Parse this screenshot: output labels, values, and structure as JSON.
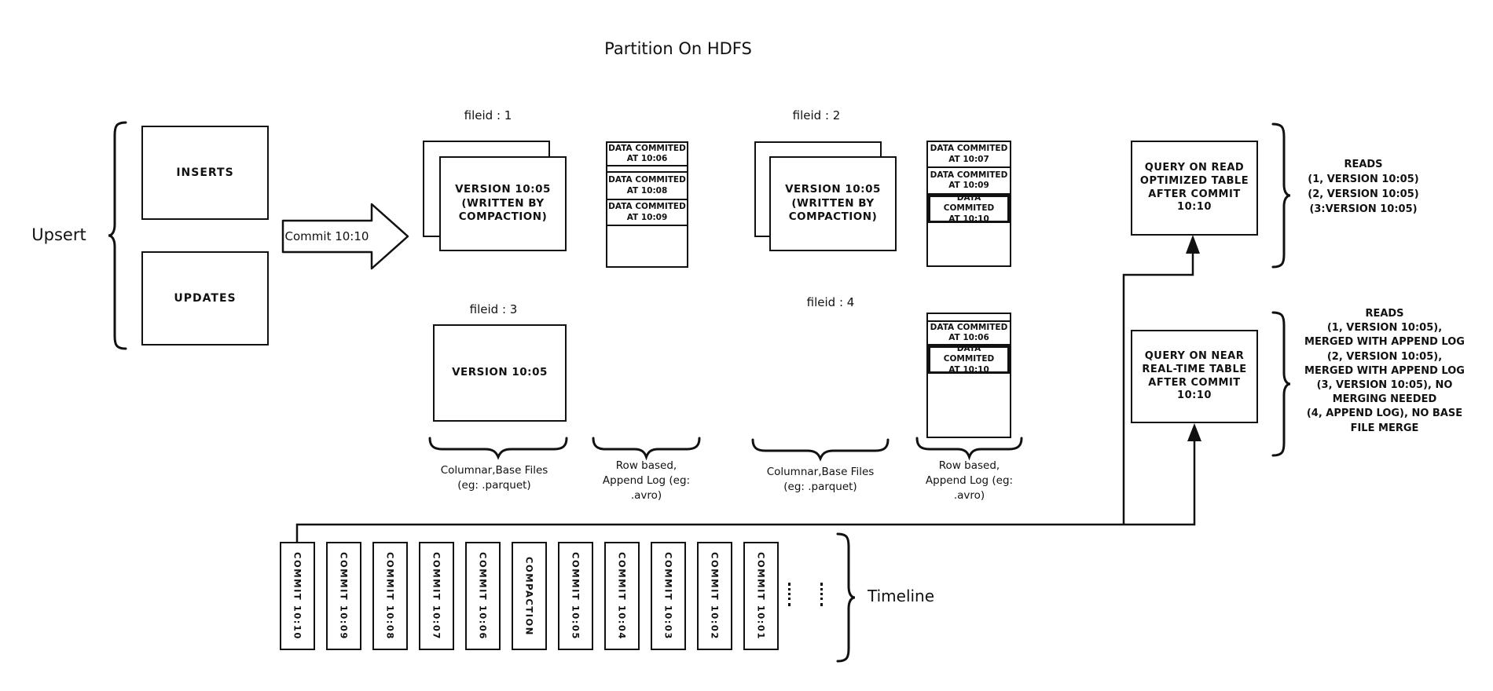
{
  "title": "Partition On HDFS",
  "upsert": {
    "label": "Upsert",
    "inserts_label": "INSERTS",
    "updates_label": "UPDATES"
  },
  "commit_arrow_label": "Commit 10:10",
  "file_groups": {
    "file1": {
      "label": "fileid : 1",
      "base_file_text": "VERSION 10:05\n(WRITTEN BY\nCOMPACTION)",
      "log_entries": [
        "DATA COMMITED\nAT 10:06",
        "DATA COMMITED\nAT 10:08",
        "DATA COMMITED\nAT 10:09"
      ]
    },
    "file2": {
      "label": "fileid : 2",
      "base_file_text": "VERSION 10:05\n(WRITTEN BY\nCOMPACTION)",
      "log_entries": [
        "DATA COMMITED\nAT 10:07",
        "DATA COMMITED\nAT 10:09",
        "DATA COMMITED\nAT 10:10"
      ]
    },
    "file3": {
      "label": "fileid : 3",
      "base_file_text": "VERSION 10:05"
    },
    "file4": {
      "label": "fileid : 4",
      "log_entries": [
        "DATA COMMITED\nAT 10:06",
        "DATA COMMITED\nAT 10:10"
      ]
    }
  },
  "captions": {
    "columnar_left": "Columnar,Base Files\n(eg: .parquet)",
    "row_left": "Row based,\nAppend Log  (eg:\n.avro)",
    "columnar_right": "Columnar,Base Files\n(eg: .parquet)",
    "row_right": "Row based,\nAppend Log  (eg:\n.avro)"
  },
  "queries": {
    "read_optimized": {
      "box_text": "QUERY ON READ\nOPTIMIZED TABLE\nAFTER COMMIT\n10:10",
      "reads_text": "READS\n(1, VERSION 10:05)\n(2, VERSION 10:05)\n(3:VERSION 10:05)"
    },
    "near_real_time": {
      "box_text": "QUERY ON NEAR\nREAL-TIME TABLE\nAFTER COMMIT\n10:10",
      "reads_text": "READS\n(1, VERSION 10:05),\nMERGED WITH APPEND LOG\n(2, VERSION 10:05),\nMERGED WITH APPEND LOG\n(3, VERSION 10:05), NO\nMERGING NEEDED\n(4, APPEND LOG), NO BASE\nFILE MERGE"
    }
  },
  "timeline": {
    "label": "Timeline",
    "items": [
      "COMMIT 10:10",
      "COMMIT 10:09",
      "COMMIT 10:08",
      "COMMIT 10:07",
      "COMMIT 10:06",
      "COMPACTION",
      "COMMIT 10:05",
      "COMMIT 10:04",
      "COMMIT 10:03",
      "COMMIT 10:02",
      "COMMIT 10:01"
    ]
  },
  "colors": {
    "ink": "#111111",
    "background": "#ffffff"
  }
}
